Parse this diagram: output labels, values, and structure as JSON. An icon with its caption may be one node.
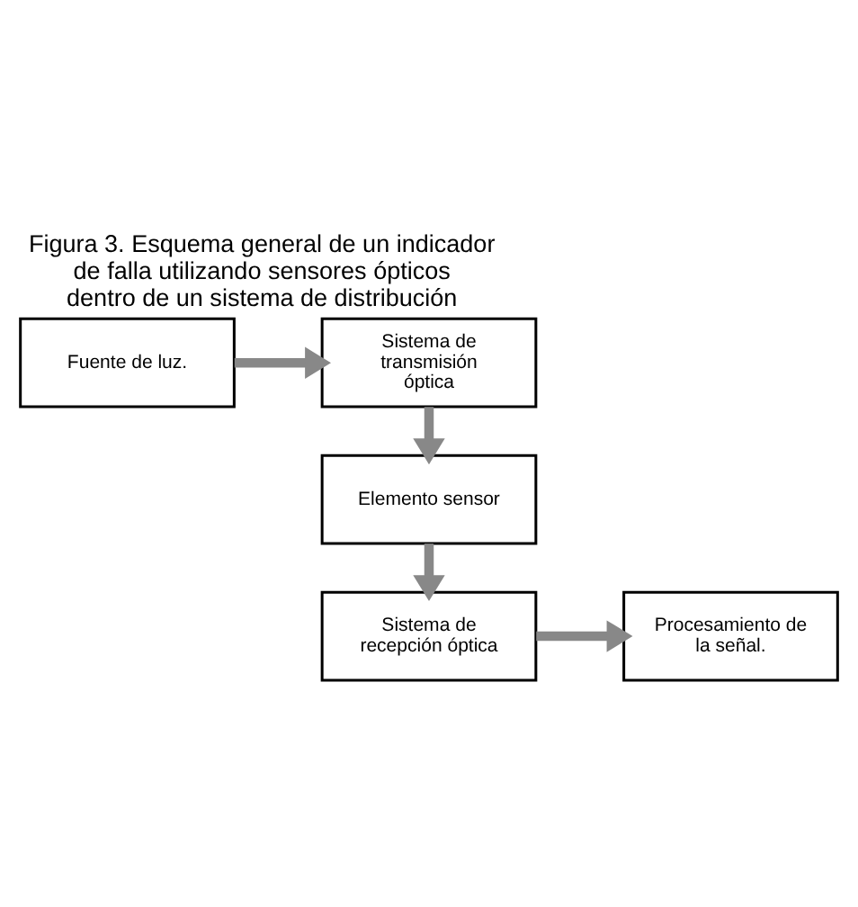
{
  "diagram": {
    "title": "Figura 3. Esquema general de un indicador de falla utilizando sensores ópticos dentro de un sistema de distribución",
    "nodes": [
      {
        "text": [
          "Fuente de luz."
        ]
      },
      {
        "text": [
          "Sistema de transmisión óptica"
        ]
      },
      {
        "text": [
          "Elemento sensor"
        ]
      },
      {
        "text": [
          "Sistema de recepción óptica"
        ]
      },
      {
        "text": [
          "Procesamiento de la señal."
        ]
      }
    ],
    "edges": [
      {
        "from": 0,
        "to": 1,
        "arrow": "to"
      },
      {
        "from": 1,
        "to": 2,
        "arrow": "to"
      },
      {
        "from": 2,
        "to": 3,
        "arrow": "to"
      },
      {
        "from": 3,
        "to": 4,
        "arrow": "to"
      }
    ]
  }
}
